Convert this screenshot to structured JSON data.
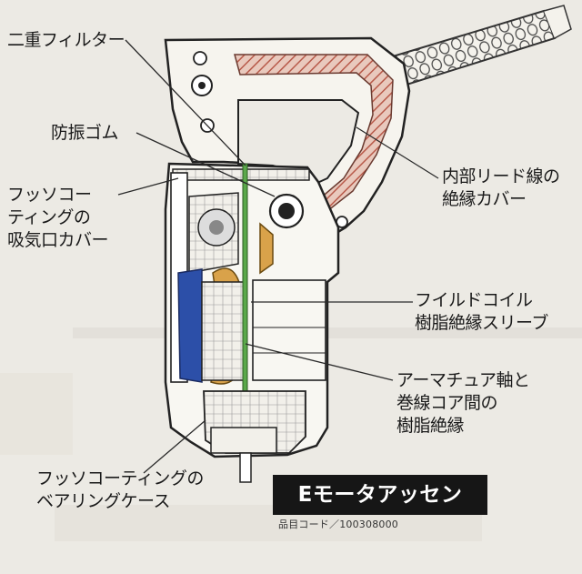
{
  "labels": {
    "double_filter": "二重フィルター",
    "vibration_rubber": "防振ゴム",
    "fluoro_intake": "フッソコー\nティングの\n吸気口カバー",
    "lead_insulation": "内部リード線の\n絶縁カバー",
    "field_coil": "フイルドコイル\n樹脂絶縁スリーブ",
    "armature": "アーマチュア軸と\n巻線コア間の\n樹脂絶縁",
    "bearing_case": "フッソコーティングの\nベアリングケース"
  },
  "title": "Eモータアッセン",
  "product_code": "品目コード／100308000",
  "colors": {
    "background": "#eceae4",
    "line": "#2a2a2a",
    "insulation_hatch": "#b85a4a",
    "coil_orange": "#d9a24a",
    "sleeve_blue": "#2c4fa8",
    "shaft_green": "#5aa84a",
    "title_bg": "#161616"
  }
}
